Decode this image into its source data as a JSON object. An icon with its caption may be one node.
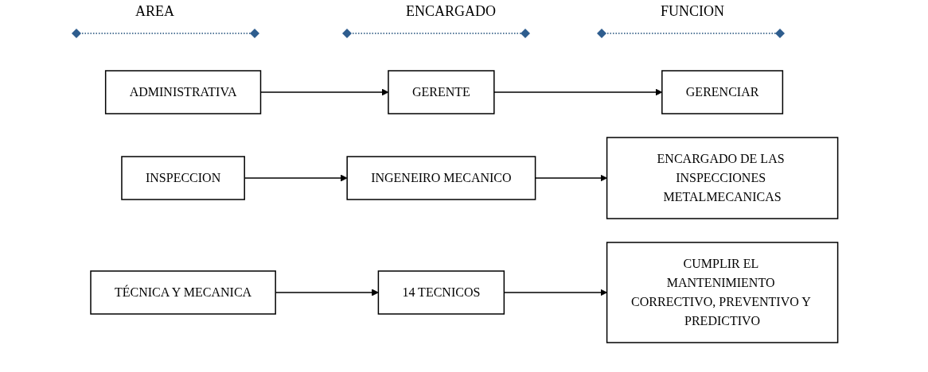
{
  "diagram": {
    "nodes": [
      {
        "text": [
          "ADMINISTRATIVA"
        ]
      },
      {
        "text": [
          "GERENTE"
        ]
      },
      {
        "text": [
          "GERENCIAR"
        ]
      },
      {
        "text": [
          "INSPECCION"
        ]
      },
      {
        "text": [
          "INGENEIRO MECANICO"
        ]
      },
      {
        "text": [
          "ENCARGADO DE LAS INSPECCIONES METALMECANICAS"
        ]
      },
      {
        "text": [
          "TÉCNICA Y MECANICA"
        ]
      },
      {
        "text": [
          "14 TECNICOS"
        ]
      },
      {
        "text": [
          "CUMPLIR EL MANTENIMIENTO CORRECTIVO, PREVENTIVO Y PREDICTIVO"
        ]
      }
    ],
    "edges": [
      {
        "from": 0,
        "to": 1,
        "arrow": "to"
      },
      {
        "from": 1,
        "to": 2,
        "arrow": "to"
      },
      {
        "from": 3,
        "to": 4,
        "arrow": "to"
      },
      {
        "from": 4,
        "to": 5,
        "arrow": "to"
      },
      {
        "from": 6,
        "to": 7,
        "arrow": "to"
      },
      {
        "from": 7,
        "to": 8,
        "arrow": "to"
      }
    ],
    "labels": [
      "AREA",
      "ENCARGADO",
      "FUNCION"
    ]
  }
}
